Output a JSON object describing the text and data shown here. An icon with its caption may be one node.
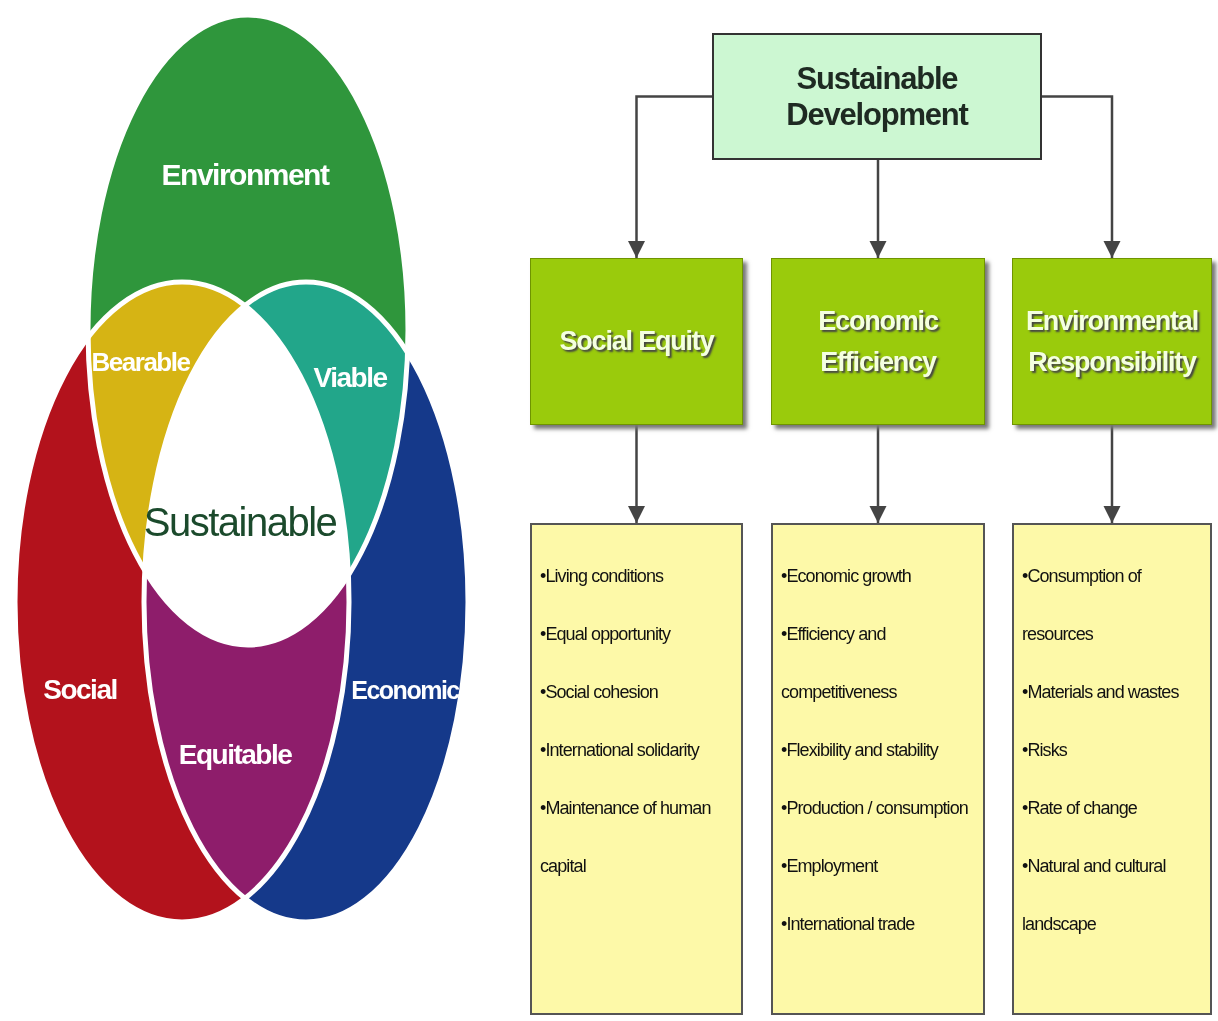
{
  "diagram": {
    "nodes": [
      {
        "text": [
          "Environment"
        ]
      },
      {
        "text": [
          "Bearable"
        ]
      },
      {
        "text": [
          "Viable"
        ]
      },
      {
        "text": [
          "Sustainable"
        ]
      },
      {
        "text": [
          "Social"
        ]
      },
      {
        "text": [
          "Equitable"
        ]
      },
      {
        "text": [
          "Economic"
        ]
      },
      {
        "text": [
          "Sustainable Development"
        ]
      },
      {
        "text": [
          "Social Equity"
        ]
      },
      {
        "text": [
          "Economic Efficiency"
        ]
      },
      {
        "text": [
          "Environmental Responsibility"
        ]
      },
      {
        "text": [
          "•Living conditions",
          "•Equal opportunity",
          "•Social cohesion",
          "•International solidarity",
          "•Maintenance of human capital"
        ]
      },
      {
        "text": [
          "•Economic growth",
          "•Efficiency and competitiveness",
          "•Flexibility and stability",
          "•Production / consumption",
          "•Employment",
          "•International trade"
        ]
      },
      {
        "text": [
          "•Consumption of resources",
          "•Materials and wastes",
          "•Risks",
          "•Rate of change",
          "•Natural and cultural landscape"
        ]
      }
    ],
    "edges": [
      {
        "from": 7,
        "to": 8,
        "arrow": "to"
      },
      {
        "from": 7,
        "to": 9,
        "arrow": "to"
      },
      {
        "from": 7,
        "to": 10,
        "arrow": "to"
      },
      {
        "from": 8,
        "to": 11,
        "arrow": "to"
      },
      {
        "from": 9,
        "to": 12,
        "arrow": "to"
      },
      {
        "from": 10,
        "to": 13,
        "arrow": "to"
      }
    ]
  }
}
